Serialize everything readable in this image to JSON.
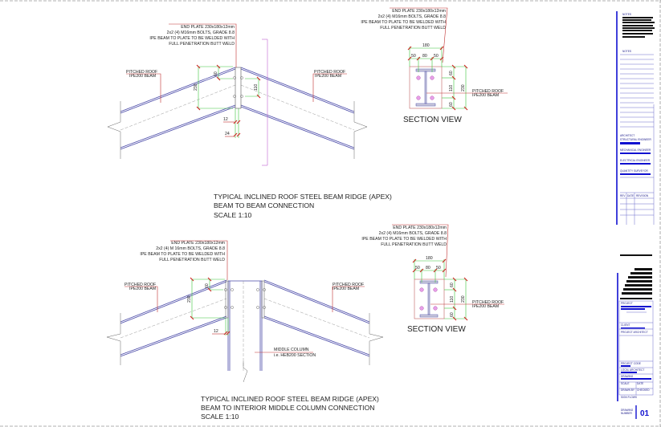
{
  "detail_top": {
    "note": [
      "END PLATE 230x180x12mm",
      "2x2 (4) M16mm BOLTS, GRADE 8.8",
      "IPE BEAM TO PLATE TO BE WELDED WITH",
      "FULL PENETRATION BUTT WELD"
    ],
    "beam_label_left": [
      "PITCHED ROOF",
      "IPE200 BEAM"
    ],
    "beam_label_right": [
      "PITCHED ROOF",
      "IPE200 BEAM"
    ],
    "dims": {
      "d60": "60",
      "d230": "230",
      "d110": "110",
      "d12": "12",
      "d24": "24"
    },
    "title": [
      "TYPICAL INCLINED ROOF STEEL BEAM RIDGE (APEX)",
      "BEAM TO BEAM CONNECTION",
      "SCALE 1:10"
    ]
  },
  "section_top": {
    "note": [
      "END PLATE 230x180x12mm",
      "2x2 (4) M16mm BOLTS, GRADE 8.8",
      "IPE BEAM TO PLATE TO BE WELDED WITH",
      "FULL PENETRATION BUTT WELD"
    ],
    "dims": {
      "w": "180",
      "a": "50",
      "b": "80",
      "c": "50",
      "h60a": "60",
      "h110": "110",
      "h60b": "60",
      "h230": "230"
    },
    "beam_label": [
      "PITCHED ROOF",
      "IPE200 BEAM"
    ],
    "title": "SECTION VIEW"
  },
  "detail_bottom": {
    "note": [
      "END PLATE 230x180x12mm",
      "2x2 (4) M 16mm BOLTS, GRADE 8.8",
      "IPE BEAM TO PLATE TO BE WELDED WITH",
      "FULL PENETRATION BUTT WELD"
    ],
    "beam_label_left": [
      "PITCHED ROOF",
      "IPE200 BEAM"
    ],
    "beam_label_right": [
      "PITCHED ROOF",
      "IPE200 BEAM"
    ],
    "column_label": [
      "MIDDLE COLUMN",
      "i.e. HEB200 SECTION"
    ],
    "dims": {
      "d60": "60",
      "d230": "230",
      "d12": "12"
    },
    "title": [
      "TYPICAL INCLINED ROOF STEEL BEAM RIDGE (APEX)",
      "BEAM TO INTERIOR MIDDLE COLUMN CONNECTION",
      "SCALE 1:10"
    ]
  },
  "section_bottom": {
    "note": [
      "END PLATE 230x180x12mm",
      "2x2 (4) M16mm BOLTS, GRADE 8.8",
      "IPE BEAM TO PLATE TO BE WELDED WITH",
      "FULL PENETRATION BUTT WELD"
    ],
    "dims": {
      "w": "180",
      "a": "50",
      "b": "80",
      "c": "50",
      "h60a": "60",
      "h110": "110",
      "h60b": "60",
      "h230": "230"
    },
    "beam_label": [
      "PITCHED ROOF",
      "IPE200 BEAM"
    ],
    "title": "SECTION VIEW"
  },
  "title_block": {
    "notes_header": "NOTES",
    "notes_header2": "NOTES",
    "architect": "ARCHITECT",
    "structural": "STRUCTURAL ENGINEER",
    "mechanical": "MECHANICAL ENGINEER",
    "electrical": "ELECTRICAL ENGINEER",
    "surveyor": "QUANTITY SURVEYOR",
    "rev_cols": [
      "REV",
      "DATE",
      "REVISION"
    ],
    "project": "PROJECT",
    "client": "CLIENT",
    "project_architect": "PROJECT ARCHITECT",
    "project_code": "PROJECT CODE",
    "local_architect": "LOCAL ARCHITECT",
    "drawing": "DRAWING",
    "scale": "SCALE",
    "date": "DATE",
    "drawn_by": "DRAWN BY",
    "checked": "CHECKED",
    "sign": "SIGN FLOWS",
    "drawing_number_label": [
      "DRAWING",
      "NUMBER"
    ],
    "drawing_number": "01"
  },
  "colors": {
    "beam": "#4a4aa8",
    "dimension": "#3cc43c",
    "leader": "#c03030",
    "bolt": "#d070d0",
    "titleblock": "#1010d0"
  }
}
